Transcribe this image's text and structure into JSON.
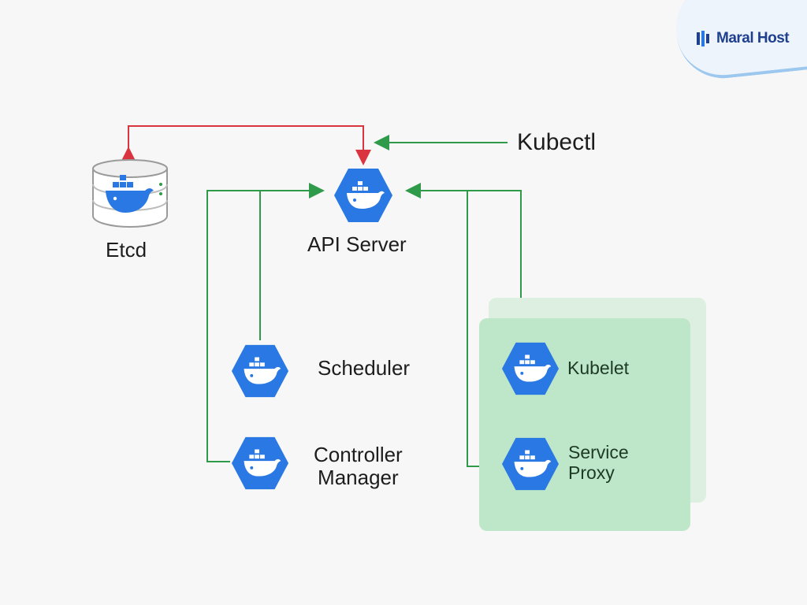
{
  "brand": {
    "name": "Maral Host"
  },
  "colors": {
    "write_arrow": "#d9343f",
    "read_arrow": "#2f9a4a",
    "icon_blue": "#2a78e4",
    "node_panel": "#bde7c8"
  },
  "components": {
    "kubectl": {
      "label": "Kubectl"
    },
    "api_server": {
      "label": "API Server",
      "icon": "docker-whale-icon"
    },
    "etcd": {
      "label": "Etcd",
      "icon": "database-whale-icon"
    },
    "scheduler": {
      "label": "Scheduler",
      "icon": "docker-whale-icon"
    },
    "controller_manager": {
      "label_line1": "Controller",
      "label_line2": "Manager",
      "icon": "docker-whale-icon"
    },
    "kubelet": {
      "label": "Kubelet",
      "icon": "docker-whale-icon"
    },
    "service_proxy": {
      "label_line1": "Service",
      "label_line2": "Proxy",
      "icon": "docker-whale-icon"
    }
  }
}
